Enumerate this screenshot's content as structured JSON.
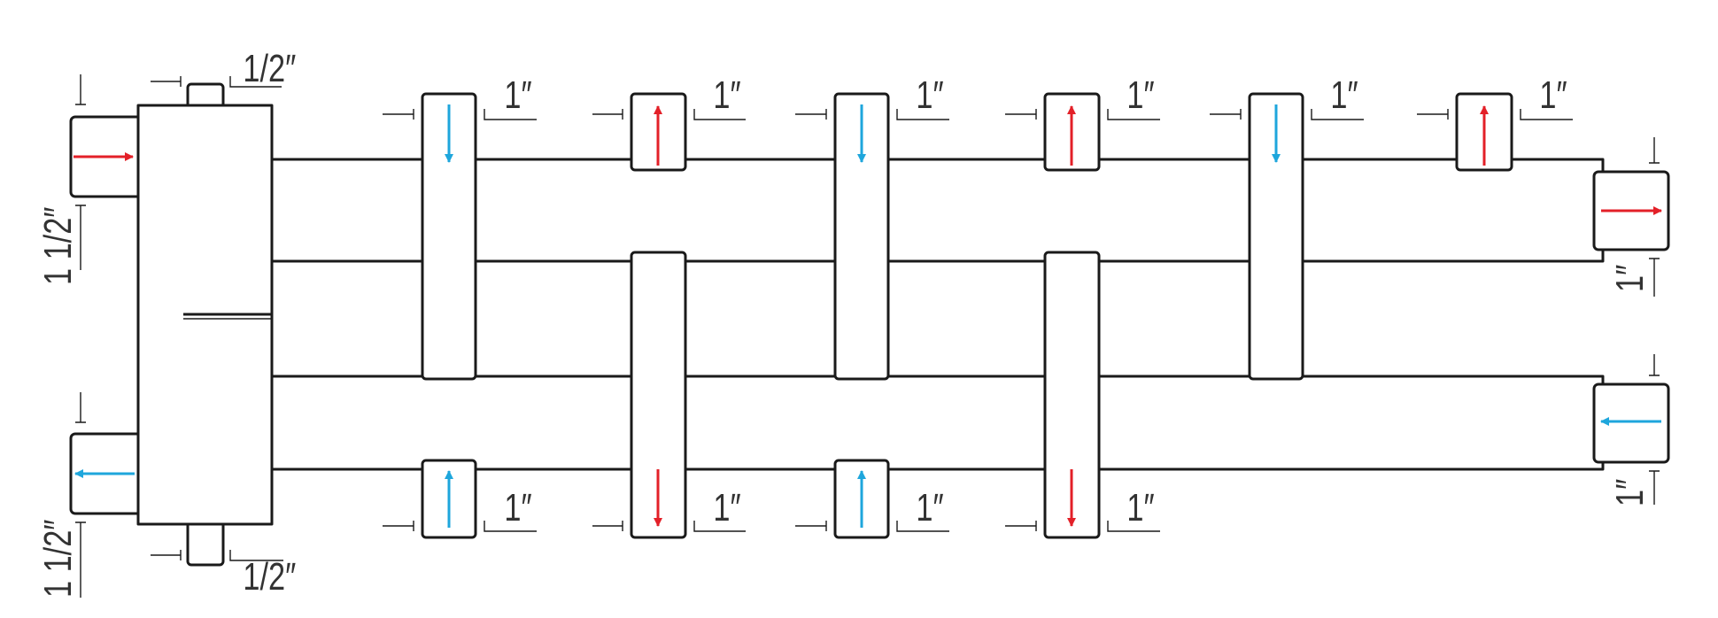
{
  "colors": {
    "outline": "#1a1a1a",
    "hot_flow": "#e32028",
    "cold_flow": "#1ea6dc",
    "label": "#333333"
  },
  "labels": {
    "hydro_separator_top_port": "1/2″",
    "hydro_separator_bottom_port": "1/2″",
    "main_inlet": "1 1/2″",
    "main_outlet": "1 1/2″",
    "circuit_port": "1″",
    "boiler_port": "1″"
  },
  "flows": {
    "main_inlet": "right",
    "main_return": "left",
    "upper_ports": [
      "down",
      "up",
      "down",
      "up",
      "down",
      "up"
    ],
    "lower_ports": [
      "up",
      "down",
      "up",
      "down"
    ],
    "right_upper": "right",
    "right_lower": "left"
  }
}
